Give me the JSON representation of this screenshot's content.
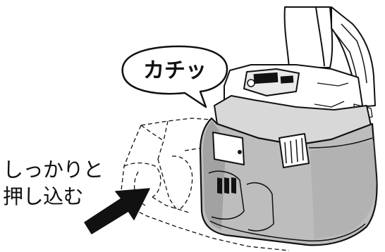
{
  "callout": {
    "sound": "カチッ"
  },
  "instruction": {
    "line1": "しっかりと",
    "line2": "押し込む"
  },
  "colors": {
    "ink": "#111111",
    "shade": "#b9b9b9",
    "shade_dark": "#6e6e6e",
    "paper": "#ffffff"
  },
  "icons": {
    "arrow": "push-arrow-icon",
    "bubble": "speech-bubble-icon"
  }
}
